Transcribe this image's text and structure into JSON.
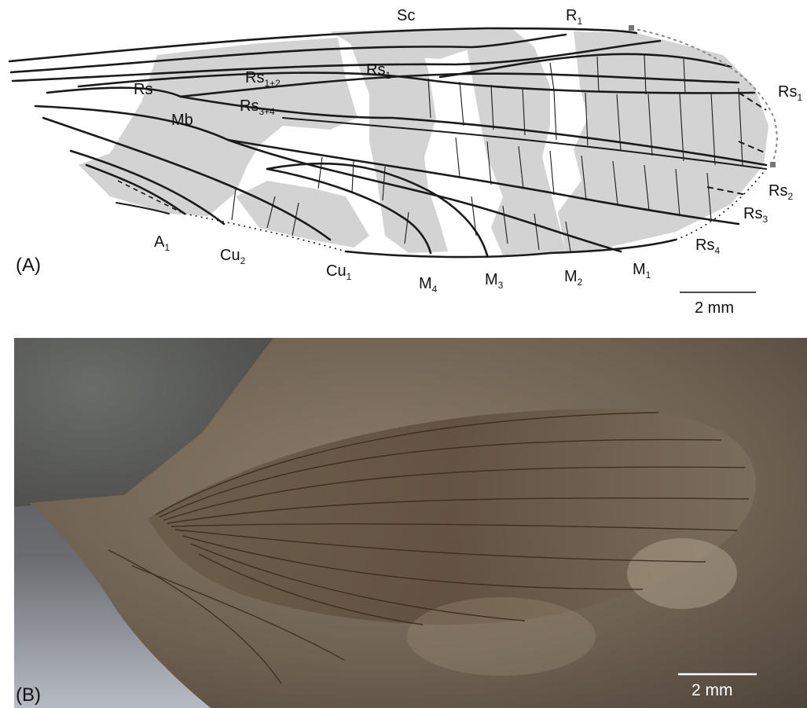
{
  "panel_a": {
    "letter": "(A)",
    "scale_bar": "2 mm",
    "labels": [
      {
        "main": "Sc",
        "sub": ""
      },
      {
        "main": "R",
        "sub": "1"
      },
      {
        "main": "Rs",
        "sub": ""
      },
      {
        "main": "Rs",
        "sub": "1+2"
      },
      {
        "main": "Rs",
        "sub": "1"
      },
      {
        "main": "Rs",
        "sub": "3+4"
      },
      {
        "main": "Mb",
        "sub": ""
      },
      {
        "main": "Rs",
        "sub": "1"
      },
      {
        "main": "Rs",
        "sub": "2"
      },
      {
        "main": "Rs",
        "sub": "3"
      },
      {
        "main": "Rs",
        "sub": "4"
      },
      {
        "main": "M",
        "sub": "1"
      },
      {
        "main": "M",
        "sub": "2"
      },
      {
        "main": "M",
        "sub": "3"
      },
      {
        "main": "M",
        "sub": "4"
      },
      {
        "main": "Cu",
        "sub": "1"
      },
      {
        "main": "Cu",
        "sub": "2"
      },
      {
        "main": "A",
        "sub": "1"
      }
    ]
  },
  "panel_b": {
    "letter": "(B)",
    "scale_bar": "2 mm"
  },
  "colors": {
    "shading": "#d3d3d3",
    "vein": "#1a1a1a",
    "rock": "#7d6f5e",
    "wing": "#5e4d3c"
  }
}
